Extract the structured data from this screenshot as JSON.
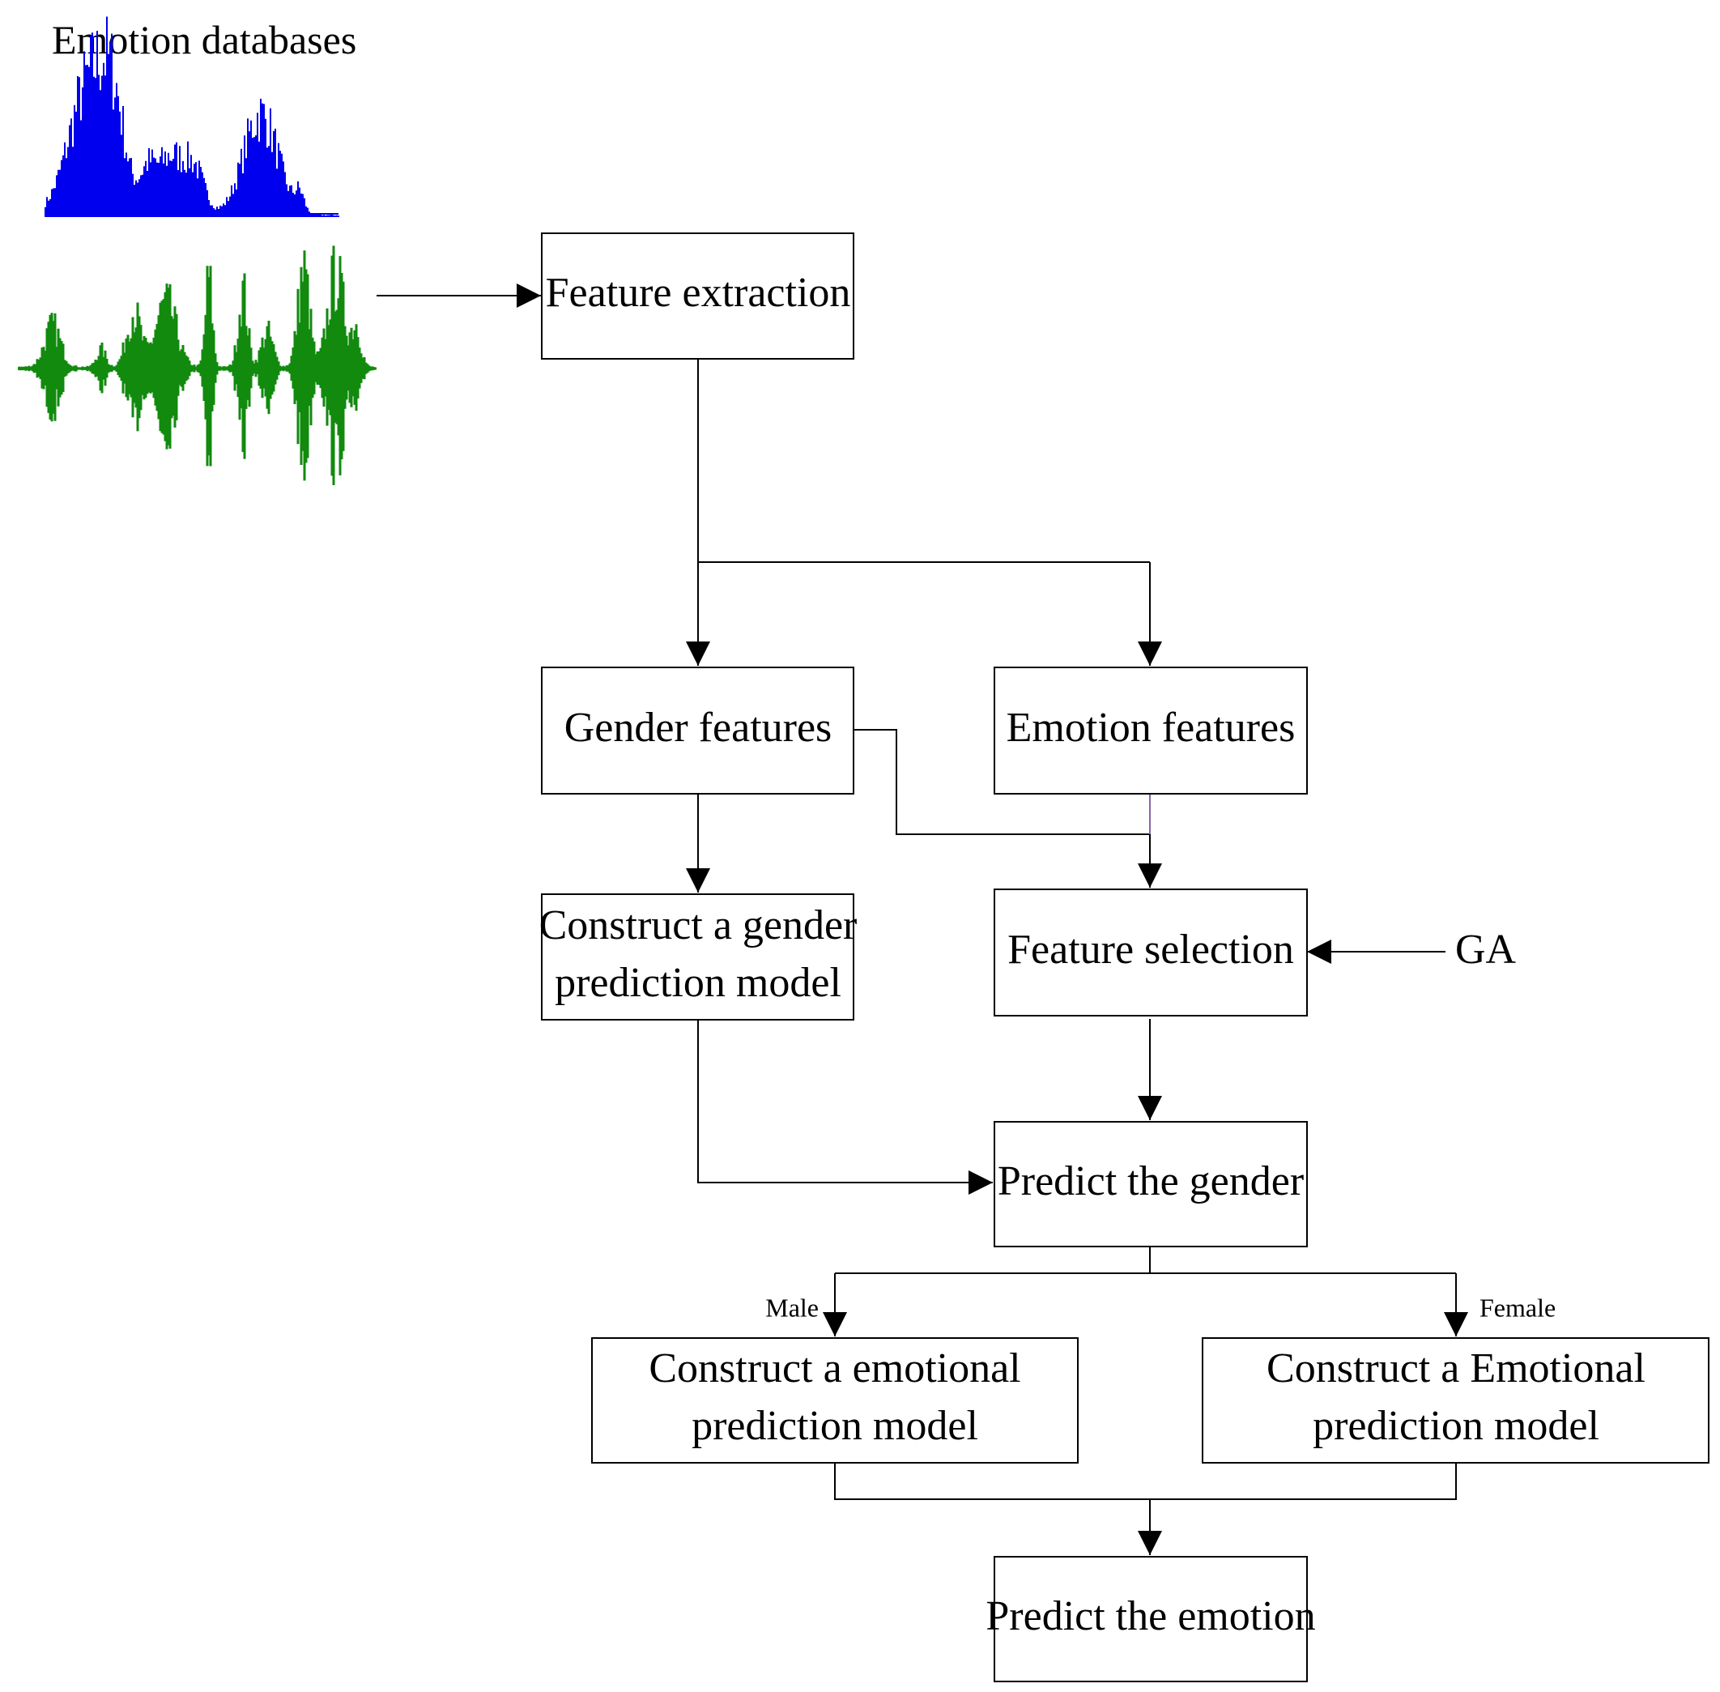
{
  "header": {
    "title": "Emotion databases"
  },
  "nodes": {
    "feature_extraction": "Feature extraction",
    "gender_features": "Gender features",
    "emotion_features": "Emotion features",
    "gender_model": [
      "Construct a gender",
      "prediction model"
    ],
    "feature_selection": "Feature selection",
    "ga": "GA",
    "predict_gender": "Predict the gender",
    "male_model": [
      "Construct a emotional",
      "prediction model"
    ],
    "female_model": [
      "Construct a Emotional",
      "prediction model"
    ],
    "predict_emotion": "Predict the emotion"
  },
  "edge_labels": {
    "male": "Male",
    "female": "Female"
  },
  "colors": {
    "wave_top": "#0000ee",
    "wave_bottom": "#118a0e",
    "stroke": "#000000"
  }
}
